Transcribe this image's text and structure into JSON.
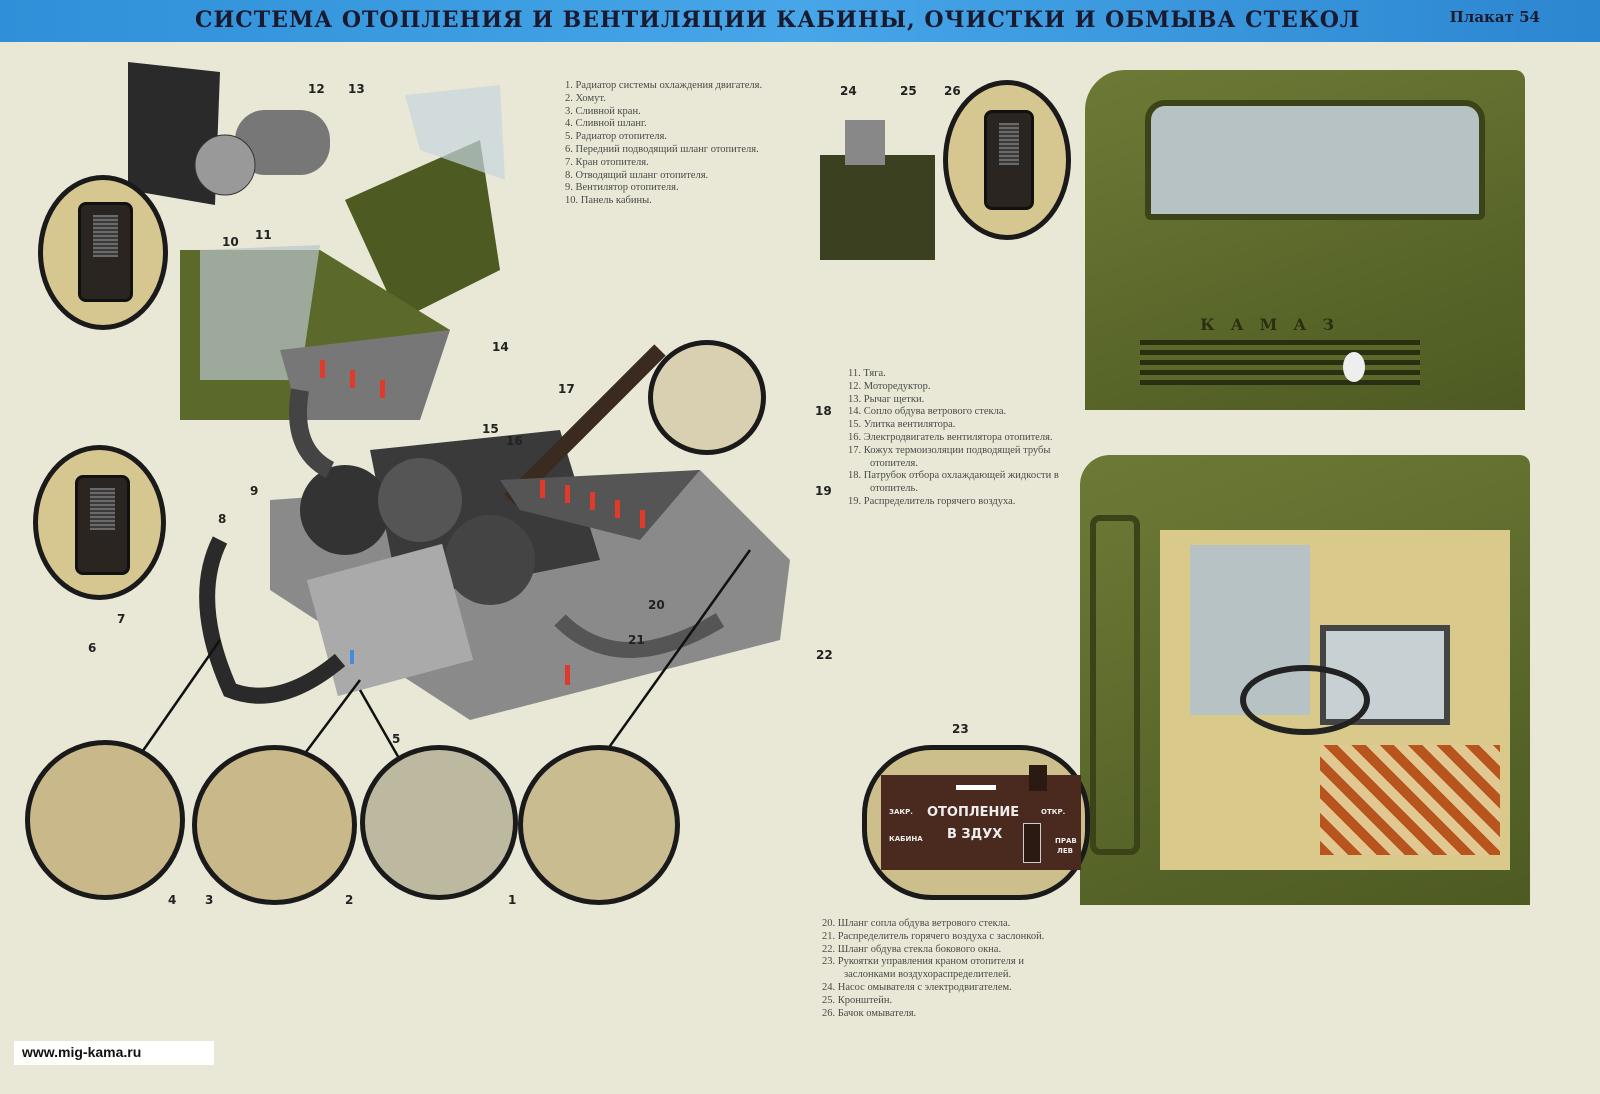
{
  "header": {
    "title": "СИСТЕМА ОТОПЛЕНИЯ И ВЕНТИЛЯЦИИ КАБИНЫ, ОЧИСТКИ И ОБМЫВА СТЕКОЛ",
    "poster_number": "Плакат 54"
  },
  "legend_1": [
    "1. Радиатор системы охлаждения двигателя.",
    "2. Хомут.",
    "3. Сливной кран.",
    "4. Сливной шланг.",
    "5. Радиатор отопителя.",
    "6. Передний подводящий шланг отопителя.",
    "7. Кран отопителя.",
    "8. Отводящий шланг отопителя.",
    "9. Вентилятор отопителя.",
    "10. Панель кабины."
  ],
  "legend_2": [
    "11. Тяга.",
    "12. Моторедуктор.",
    "13. Рычаг щетки.",
    "14. Сопло обдува ветрового стекла.",
    "15. Улитка вентилятора.",
    "16. Электродвигатель вентилятора отопителя.",
    "17. Кожух термоизоляции подводящей трубы",
    "отопителя.",
    "18. Патрубок отбора охлаждающей жидкости в",
    "отопитель.",
    "19. Распределитель горячего воздуха."
  ],
  "legend_3": [
    "20. Шланг сопла обдува ветрового стекла.",
    "21. Распределитель горячего воздуха с заслонкой.",
    "22. Шланг обдува стекла бокового окна.",
    "23. Рукоятки управления краном отопителя и",
    "заслонками воздухораспределителей.",
    "24. Насос омывателя с электродвигателем.",
    "25. Кронштейн.",
    "26. Бачок омывателя."
  ],
  "labels": {
    "n1": "1",
    "n2": "2",
    "n3": "3",
    "n4": "4",
    "n5": "5",
    "n6": "6",
    "n7": "7",
    "n8": "8",
    "n9": "9",
    "n10": "10",
    "n11": "11",
    "n12": "12",
    "n13": "13",
    "n14": "14",
    "n15": "15",
    "n16": "16",
    "n17": "17",
    "n18": "18",
    "n19": "19",
    "n20": "20",
    "n21": "21",
    "n22": "22",
    "n23": "23",
    "n24": "24",
    "n25": "25",
    "n26": "26"
  },
  "truck_brand": "КАМАЗ",
  "control_panel": {
    "title": "ОТОПЛЕНИЕ",
    "subtitle": "В  ЗДУХ",
    "closed": "ЗАКР.",
    "open": "ОТКР.",
    "cabin": "КАБИНА",
    "right": "ПРАВ",
    "left": "ЛЕВ"
  },
  "footer": {
    "site": "www.mig-kama.ru"
  },
  "colors": {
    "header": "#3a98de",
    "background": "#e9e8d6",
    "cab_green": "#5d6a2c",
    "hot_air": "#e03a2a",
    "cold_air": "#4a8ad8"
  }
}
